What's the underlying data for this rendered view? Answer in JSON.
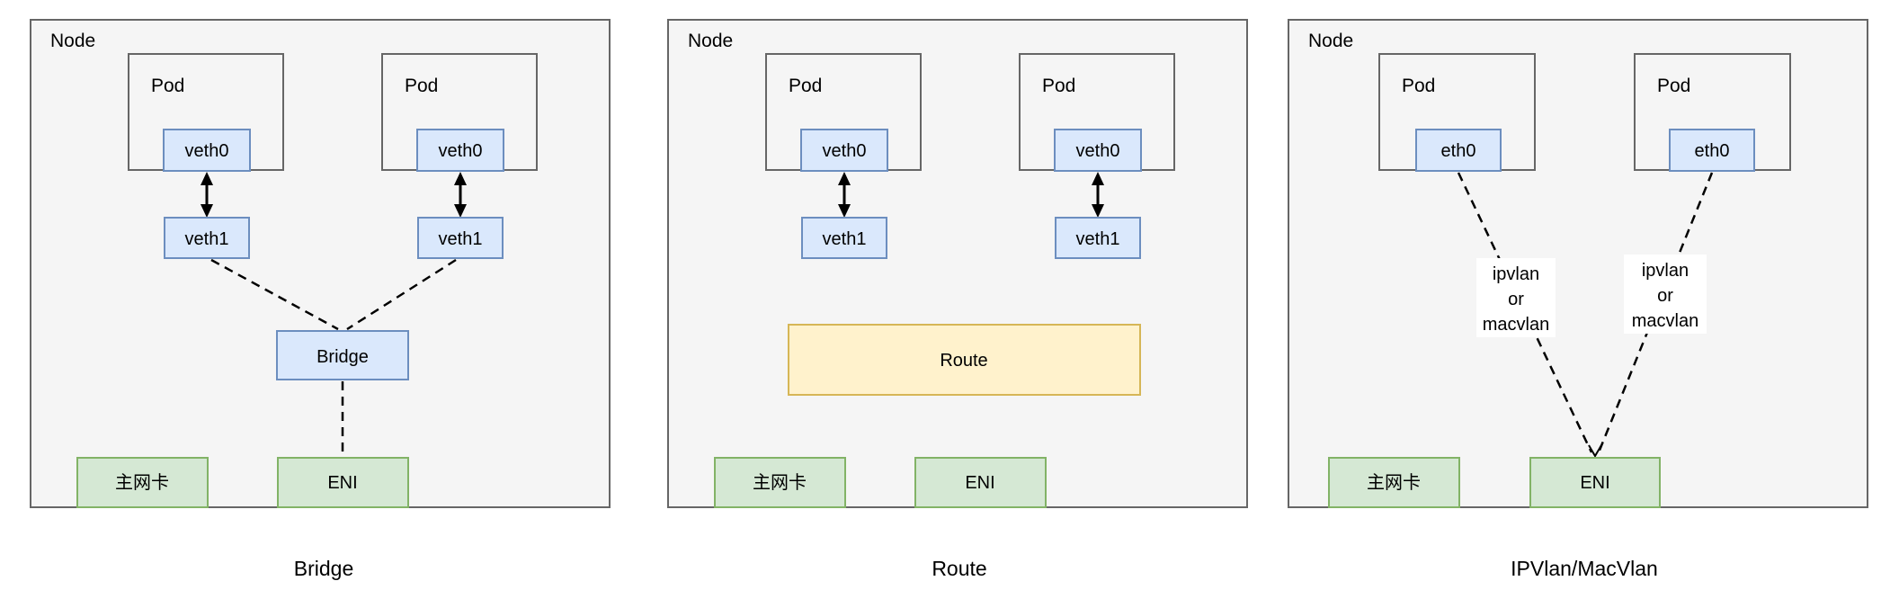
{
  "colors": {
    "background": "#ffffff",
    "node_fill": "#f5f5f5",
    "node_border": "#666666",
    "pod_border": "#666666",
    "iface_fill": "#dae8fc",
    "iface_border": "#6c8ebf",
    "bridge_fill": "#dae8fc",
    "bridge_border": "#6c8ebf",
    "route_fill": "#fff2cc",
    "route_border": "#d6b656",
    "nic_fill": "#d5e8d4",
    "nic_border": "#82b366",
    "connector_color": "#000000"
  },
  "diagrams": {
    "bridge": {
      "caption": "Bridge",
      "node_label": "Node",
      "pod1_label": "Pod",
      "pod2_label": "Pod",
      "pod1_iface": "veth0",
      "pod2_iface": "veth0",
      "host_iface1": "veth1",
      "host_iface2": "veth1",
      "bridge_label": "Bridge",
      "primary_nic_label": "主网卡",
      "eni_label": "ENI"
    },
    "route": {
      "caption": "Route",
      "node_label": "Node",
      "pod1_label": "Pod",
      "pod2_label": "Pod",
      "pod1_iface": "veth0",
      "pod2_iface": "veth0",
      "host_iface1": "veth1",
      "host_iface2": "veth1",
      "route_label": "Route",
      "primary_nic_label": "主网卡",
      "eni_label": "ENI"
    },
    "ipvlan_macvlan": {
      "caption": "IPVlan/MacVlan",
      "node_label": "Node",
      "pod1_label": "Pod",
      "pod2_label": "Pod",
      "pod1_iface": "eth0",
      "pod2_iface": "eth0",
      "vlan_label1": {
        "line1": "ipvlan",
        "line2": "or",
        "line3": "macvlan"
      },
      "vlan_label2": {
        "line1": "ipvlan",
        "line2": "or",
        "line3": "macvlan"
      },
      "primary_nic_label": "主网卡",
      "eni_label": "ENI"
    }
  }
}
